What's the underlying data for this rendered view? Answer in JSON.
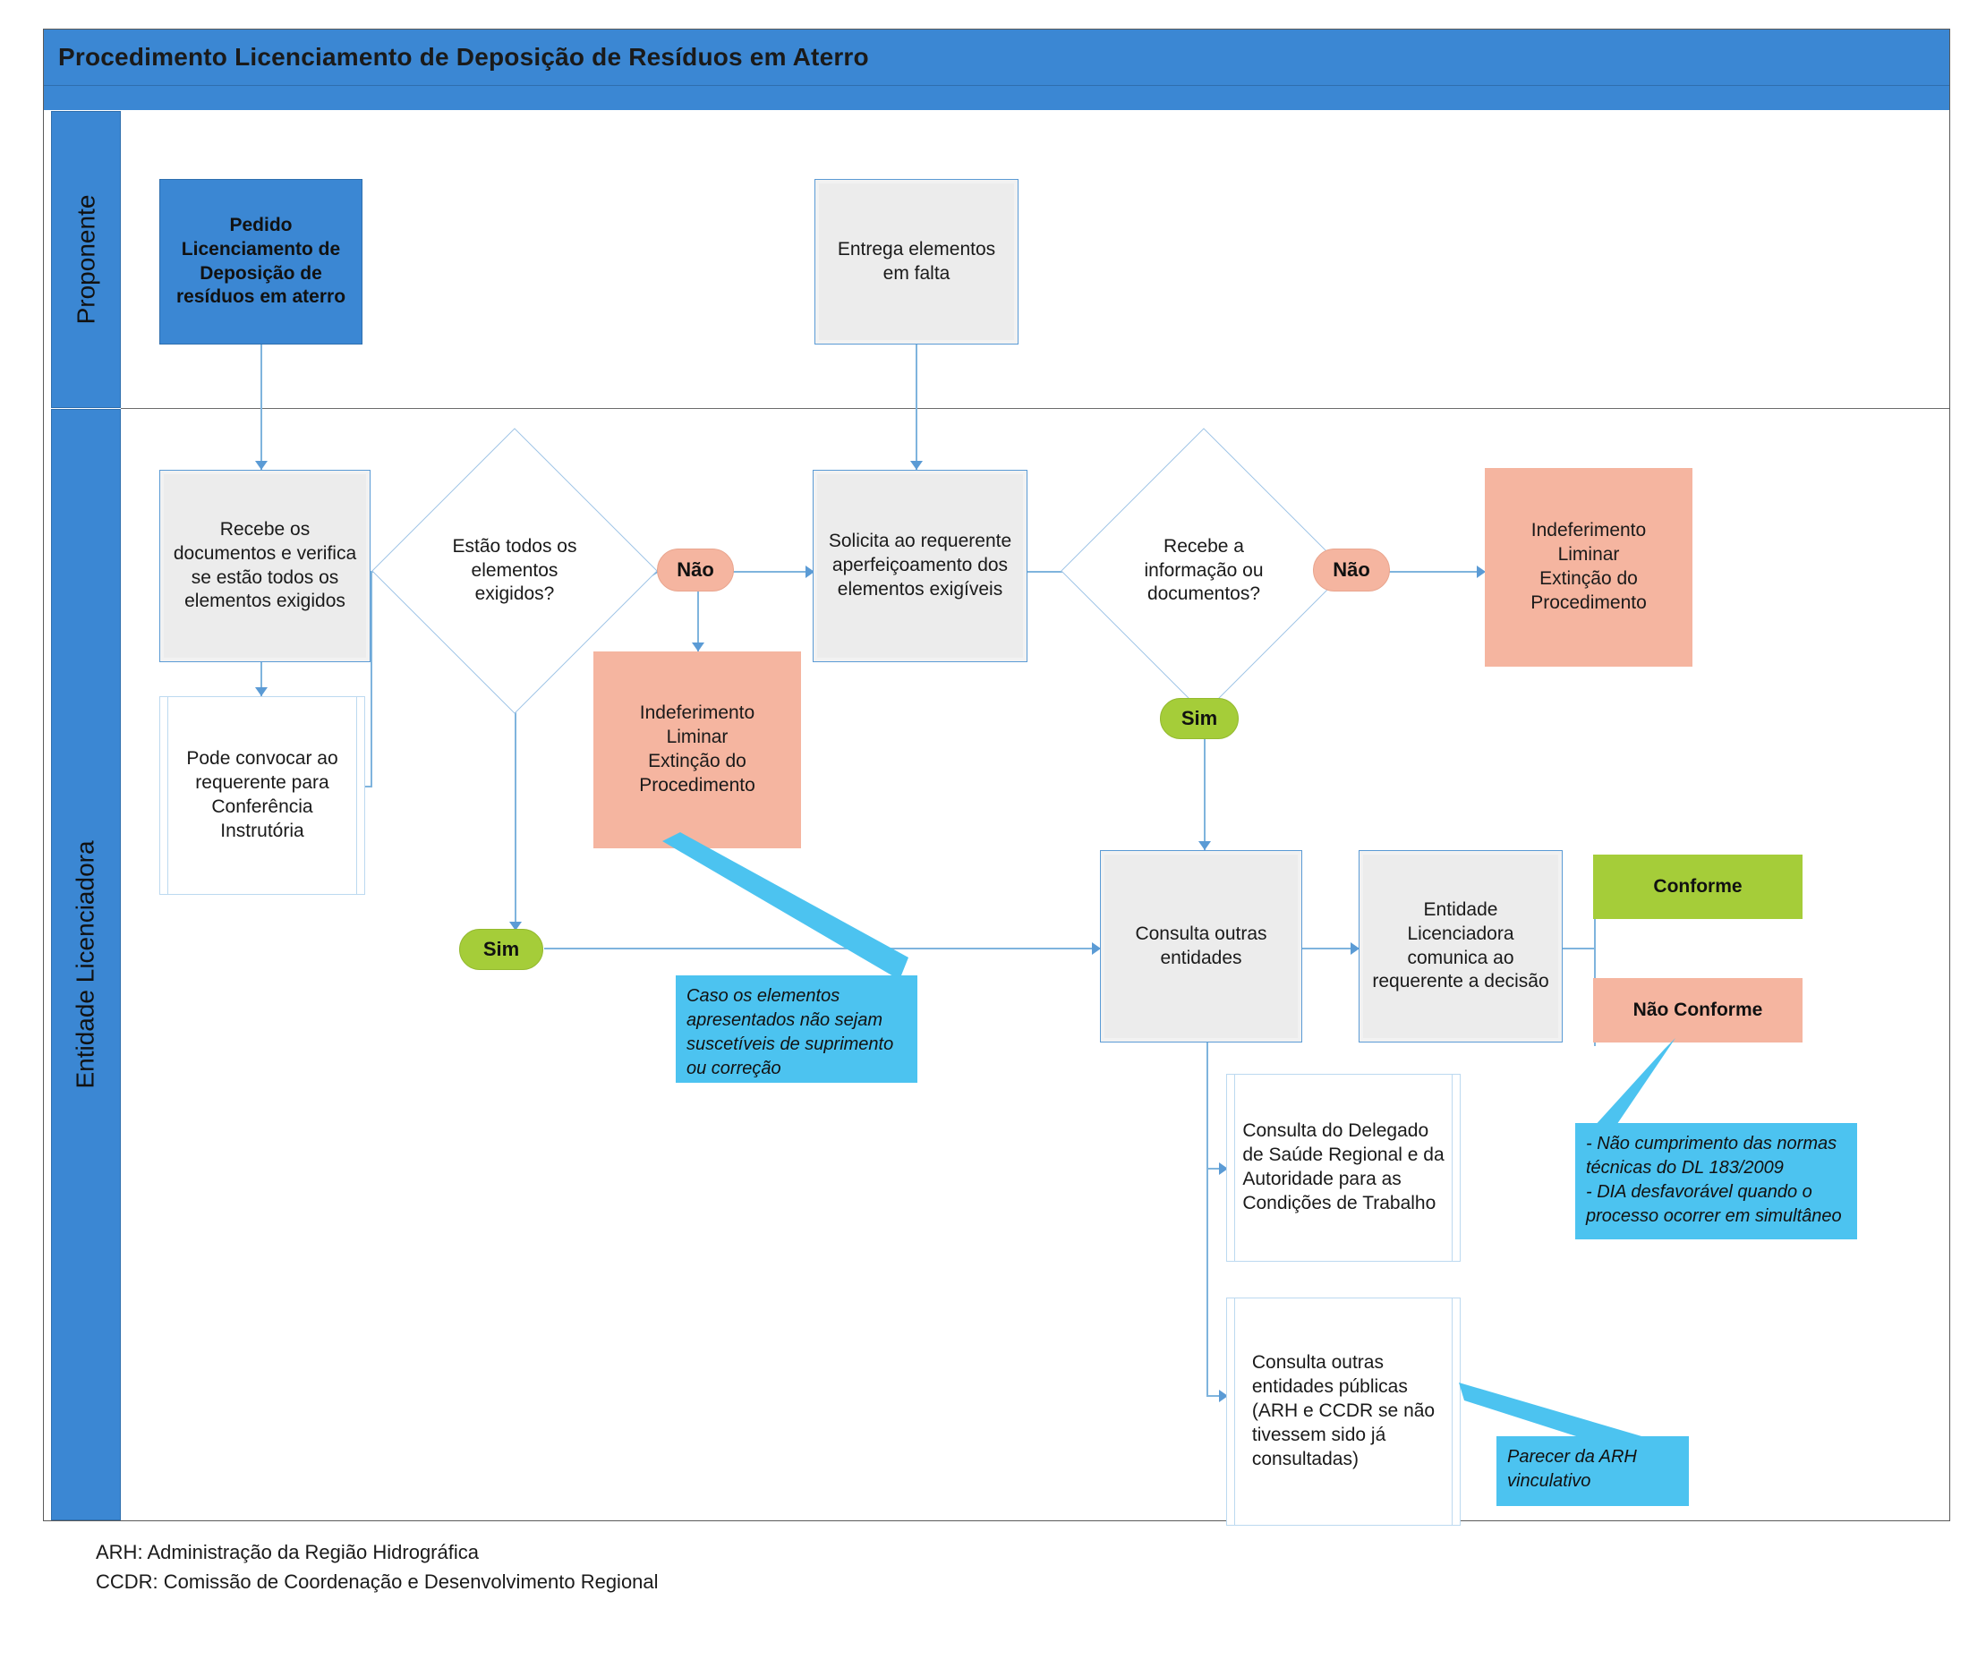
{
  "diagram": {
    "title": "Procedimento Licenciamento de Deposição de Resíduos em Aterro",
    "accent_blue": "#3b87d3",
    "salmon": "#f5b5a0",
    "green": "#a5cd39",
    "note_blue": "#4cc3f0",
    "connector": "#5b9bd5"
  },
  "lanes": [
    {
      "label": "Proponente"
    },
    {
      "label": "Entidade Licenciadora"
    }
  ],
  "nodes": {
    "start_request": "Pedido\nLicenciamento de\nDeposição de\nresíduos em aterro",
    "deliver_missing": "Entrega elementos\nem falta",
    "receive_docs": "Recebe os\ndocumentos e verifica\nse estão todos os\nelementos exigidos",
    "may_summon": "Pode convocar ao\nrequerente para\nConferência\nInstrutória",
    "decision_all_elements": "Estão todos os\nelementos\nexigidos?",
    "request_improvement": "Solicita ao requerente\naperfeiçoamento dos\nelementos exigíveis",
    "decision_receive_info": "Recebe a\ninformação ou\ndocumentos?",
    "rejection_1": "Indeferimento\nLiminar\nExtinção do\nProcedimento",
    "rejection_2": "Indeferimento\nLiminar\nExtinção do\nProcedimento",
    "consult_entities": "Consulta outras\nentidades",
    "communicate_decision": "Entidade Licenciadora\ncomunica ao\nrequerente a decisão",
    "conforme": "Conforme",
    "nao_conforme": "Não Conforme",
    "consult_health": "Consulta do Delegado\nde Saúde Regional e da\nAutoridade para as\nCondições de Trabalho",
    "consult_public": "Consulta outras\nentidades públicas\n(ARH e CCDR se não\ntivessem sido já\nconsultadas)"
  },
  "badges": {
    "no_1": "Não",
    "no_2": "Não",
    "yes_1": "Sim",
    "yes_2": "Sim"
  },
  "notes": {
    "note_elements": "Caso os elementos apresentados não sejam suscetíveis de suprimento ou correção",
    "note_nonconform": "- Não cumprimento das normas técnicas do DL 183/2009\n- DIA desfavorável quando o processo ocorrer em simultâneo",
    "note_arh": "Parecer da ARH\nvinculativo"
  },
  "legend": {
    "line1": "ARH: Administração da Região Hidrográfica",
    "line2": "CCDR: Comissão de Coordenação e Desenvolvimento Regional"
  }
}
